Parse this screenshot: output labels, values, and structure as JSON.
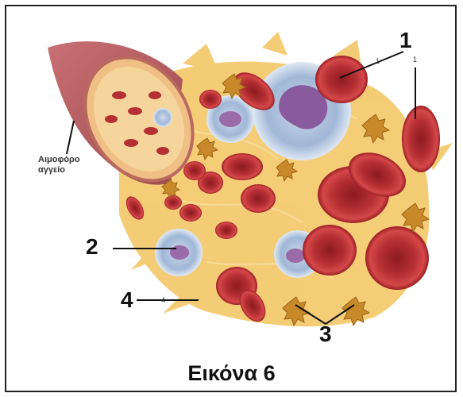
{
  "caption": "Εικόνα 6",
  "vessel_label_line1": "Αιμοφόρο",
  "vessel_label_line2": "αγγείο",
  "labels": {
    "one": "1",
    "two": "2",
    "three": "3",
    "four": "4"
  },
  "small_labels": {
    "one_a": "1",
    "one_b": "1",
    "four": "4"
  },
  "colors": {
    "vessel": "#b85a5e",
    "plasma": "#f2c15a",
    "red_cell": "#b0282c",
    "white_cell": "#a9c3de",
    "nucleus": "#7a4a8e",
    "platelet": "#c8892a"
  }
}
